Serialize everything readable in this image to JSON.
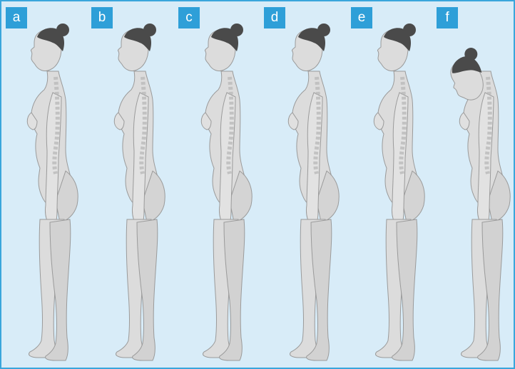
{
  "panels": [
    {
      "label": "a",
      "posture": "normal-upright"
    },
    {
      "label": "b",
      "posture": "increased-lumbar-lordosis"
    },
    {
      "label": "c",
      "posture": "flat-back"
    },
    {
      "label": "d",
      "posture": "swayback-hollow"
    },
    {
      "label": "e",
      "posture": "forward-leaning"
    },
    {
      "label": "f",
      "posture": "kyphotic-head-forward"
    }
  ],
  "colors": {
    "background": "#d8ecf8",
    "border": "#3aa6dc",
    "label_bg": "#2e9fd8",
    "label_text": "#ffffff",
    "body_fill": "#dcdcdc",
    "body_stroke": "#9a9a9a",
    "hair": "#4a4a4a",
    "spine": "#b5b5b5"
  }
}
